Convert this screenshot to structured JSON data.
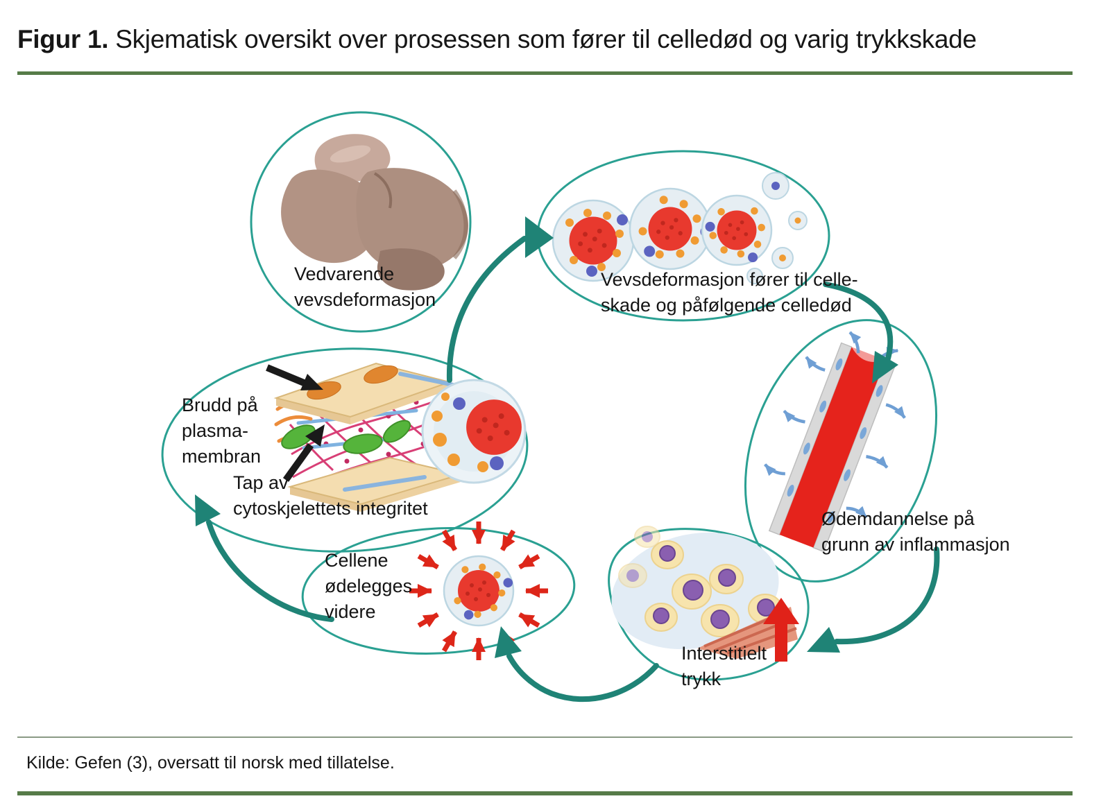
{
  "title": {
    "prefix": "Figur 1.",
    "rest": "Skjematisk oversikt over prosessen som fører til celledød og varig trykkskade"
  },
  "labels": {
    "vedvarende": "Vedvarende\nvevsdeformasjon",
    "celledod": "Vevsdeformasjon fører til celle-\nskade og påfølgende celledød",
    "odem": "Ødemdannelse på\ngrunn av inflammasjon",
    "interstitielt": "Interstitielt\ntrykk",
    "cellene": "Cellene\nødelegges\nvidere",
    "brudd": "Brudd på\nplasma-\nmembran",
    "tap": "Tap av\ncytoskjelettets integritet"
  },
  "source": "Kilde: Gefen (3), oversatt til norsk med tillatelse.",
  "colors": {
    "bubble_outline": "#2aa092",
    "cycle_arrow": "#1f8376",
    "rule_green": "#567b48",
    "rule_thin": "#8a9a84",
    "nucleus_red": "#e8392e",
    "vessel_red": "#e5231c",
    "pressure_arrow_red": "#e02219",
    "inward_arrow_red": "#dd2619",
    "orange_dot": "#f09b33",
    "blue_dot": "#5b63c0",
    "leak_arrow_blue": "#6f9fd4"
  }
}
